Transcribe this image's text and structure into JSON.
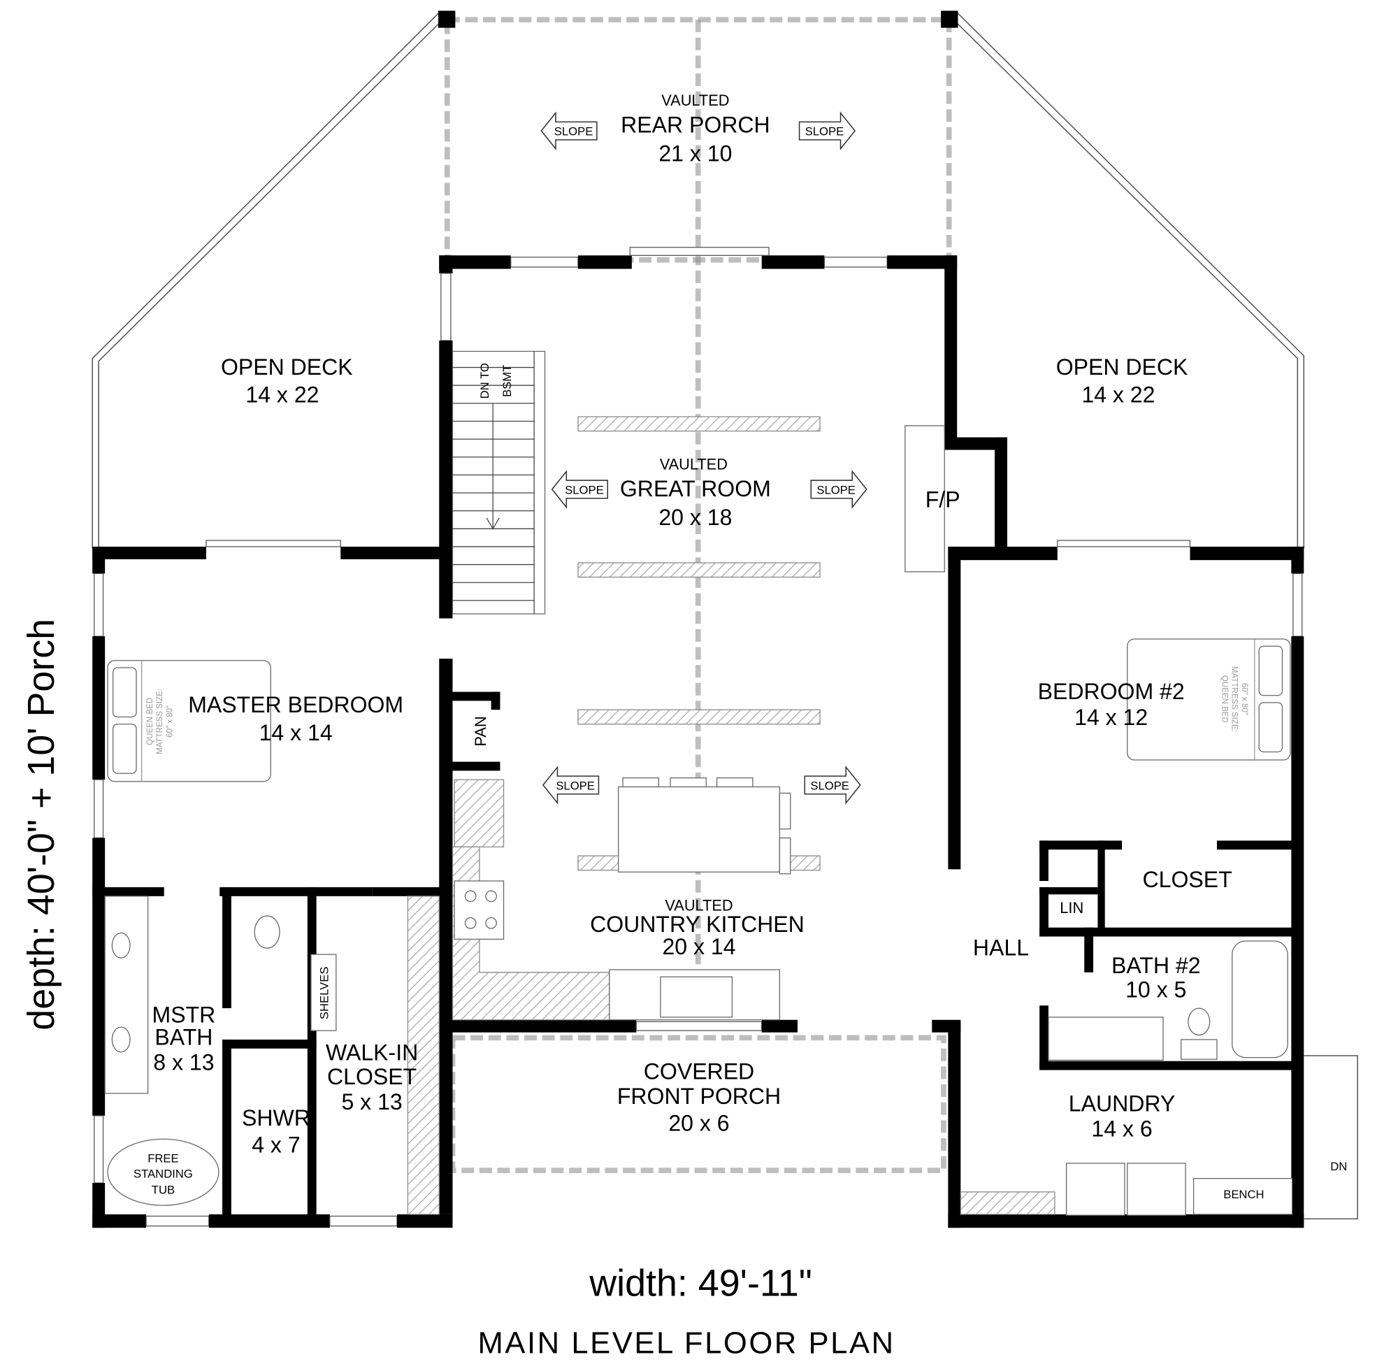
{
  "plan_title": "MAIN LEVEL FLOOR PLAN",
  "dimensions": {
    "width": "width: 49'-11\"",
    "depth": "depth: 40'-0\" + 10' Porch"
  },
  "rooms": {
    "rear_porch": {
      "note": "VAULTED",
      "name": "REAR PORCH",
      "size": "21 x 10"
    },
    "open_deck_left": {
      "name": "OPEN DECK",
      "size": "14 x 22"
    },
    "open_deck_right": {
      "name": "OPEN DECK",
      "size": "14 x 22"
    },
    "great_room": {
      "note": "VAULTED",
      "name": "GREAT ROOM",
      "size": "20 x 18"
    },
    "master_bedroom": {
      "name": "MASTER BEDROOM",
      "size": "14 x 14"
    },
    "bedroom_2": {
      "name": "BEDROOM #2",
      "size": "14 x 12"
    },
    "country_kitchen": {
      "note": "VAULTED",
      "name": "COUNTRY KITCHEN",
      "size": "20 x 14"
    },
    "front_porch": {
      "name1": "COVERED",
      "name2": "FRONT PORCH",
      "size": "20 x 6"
    },
    "master_bath": {
      "name1": "MSTR",
      "name2": "BATH",
      "size": "8 x 13"
    },
    "walk_in_closet": {
      "name1": "WALK-IN",
      "name2": "CLOSET",
      "size": "5 x 13"
    },
    "shower": {
      "name": "SHWR",
      "size": "4 x 7"
    },
    "closet": {
      "name": "CLOSET"
    },
    "linen": {
      "name": "LIN"
    },
    "hall": {
      "name": "HALL"
    },
    "bath_2": {
      "name": "BATH #2",
      "size": "10 x 5"
    },
    "laundry": {
      "name": "LAUNDRY",
      "size": "14 x 6"
    }
  },
  "fixtures": {
    "slope": "SLOPE",
    "stairs": {
      "line1": "DN TO",
      "line2": "BSMT"
    },
    "fireplace": "F/P",
    "pantry": "PAN",
    "shelves": "SHELVES",
    "tub": {
      "line1": "FREE",
      "line2": "STANDING",
      "line3": "TUB"
    },
    "bench": "BENCH",
    "down": "DN",
    "bed": {
      "line1": "QUEEN BED",
      "line2": "MATTRESS SIZE:",
      "line3": "60\" x 80\""
    }
  }
}
